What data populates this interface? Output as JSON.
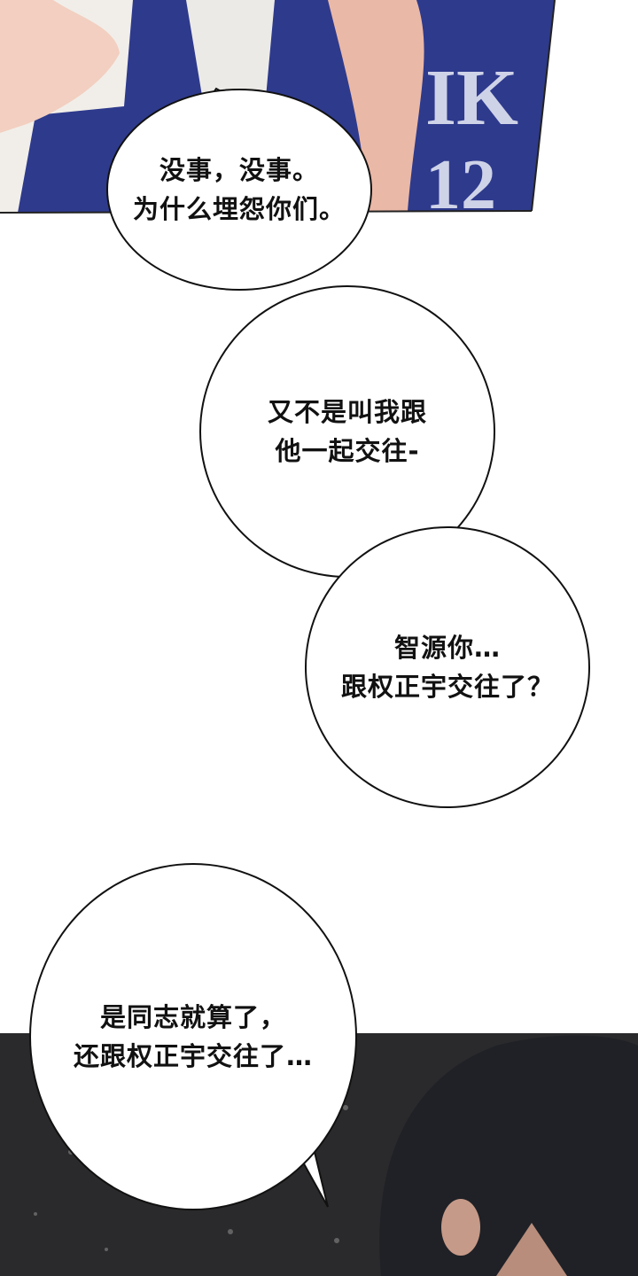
{
  "comic": {
    "bubbles": [
      {
        "lines": [
          "没事，没事。",
          "为什么埋怨你们。"
        ]
      },
      {
        "lines": [
          "又不是叫我跟",
          "他一起交往-"
        ]
      },
      {
        "lines": [
          "智源你…",
          "跟权正宇交往了？"
        ]
      },
      {
        "lines": [
          "是同志就算了，",
          "还跟权正宇交往了…"
        ]
      }
    ],
    "colors": {
      "jersey": "#2e3a8c",
      "night": "#2a2a2c",
      "skin": "#e8b8a4",
      "hair": "#1f2126"
    }
  }
}
